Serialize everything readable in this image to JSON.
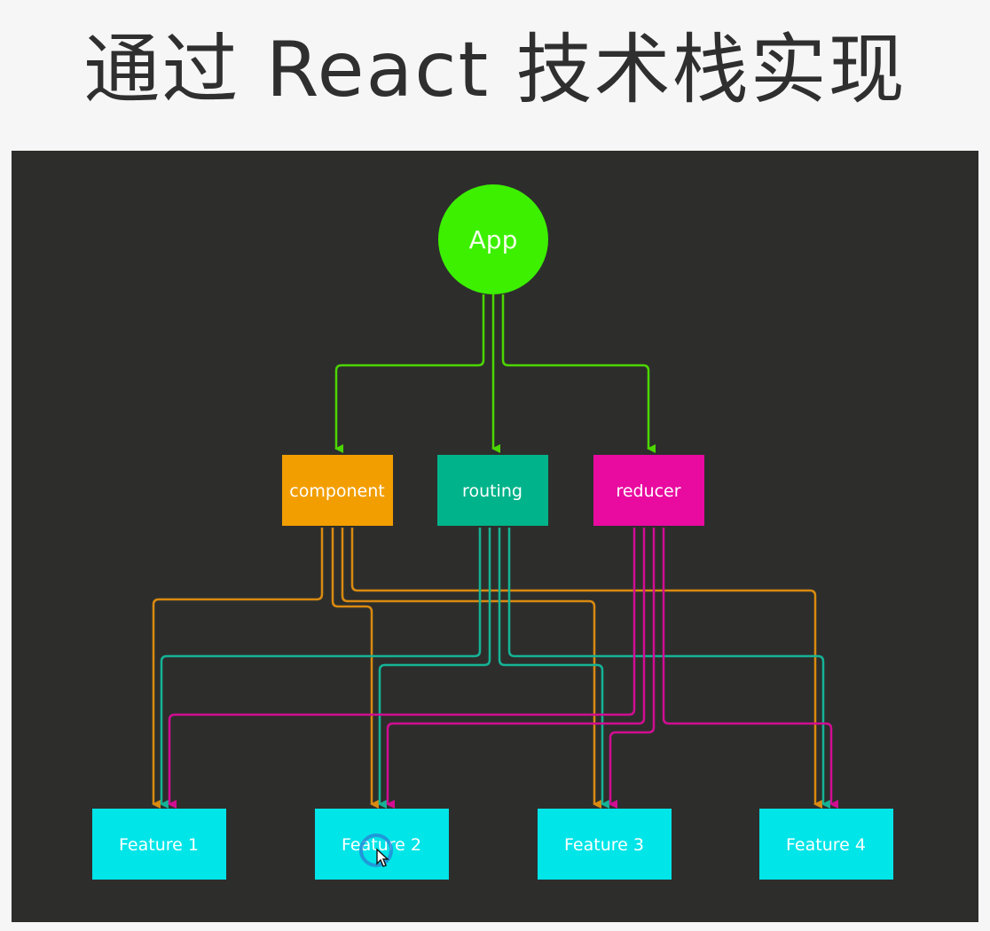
{
  "slide": {
    "title": "通过 React 技术栈实现"
  },
  "diagram": {
    "root": {
      "label": "App",
      "color": "#3cf000"
    },
    "layers": [
      {
        "id": "component",
        "label": "component",
        "color": "#f29e00"
      },
      {
        "id": "routing",
        "label": "routing",
        "color": "#00b38a"
      },
      {
        "id": "reducer",
        "label": "reducer",
        "color": "#e90aa0"
      }
    ],
    "features": [
      {
        "label": "Feature 1",
        "color": "#00e5e8"
      },
      {
        "label": "Feature 2",
        "color": "#00e5e8"
      },
      {
        "label": "Feature 3",
        "color": "#00e5e8"
      },
      {
        "label": "Feature 4",
        "color": "#00e5e8"
      }
    ],
    "colors": {
      "background": "#2d2e2c",
      "app_edges": "#4cd600",
      "component_edges": "#d98a10",
      "routing_edges": "#14b396",
      "reducer_edges": "#d10d92",
      "node_text": "#ffffff",
      "app_text": "#f4ffe8"
    }
  }
}
